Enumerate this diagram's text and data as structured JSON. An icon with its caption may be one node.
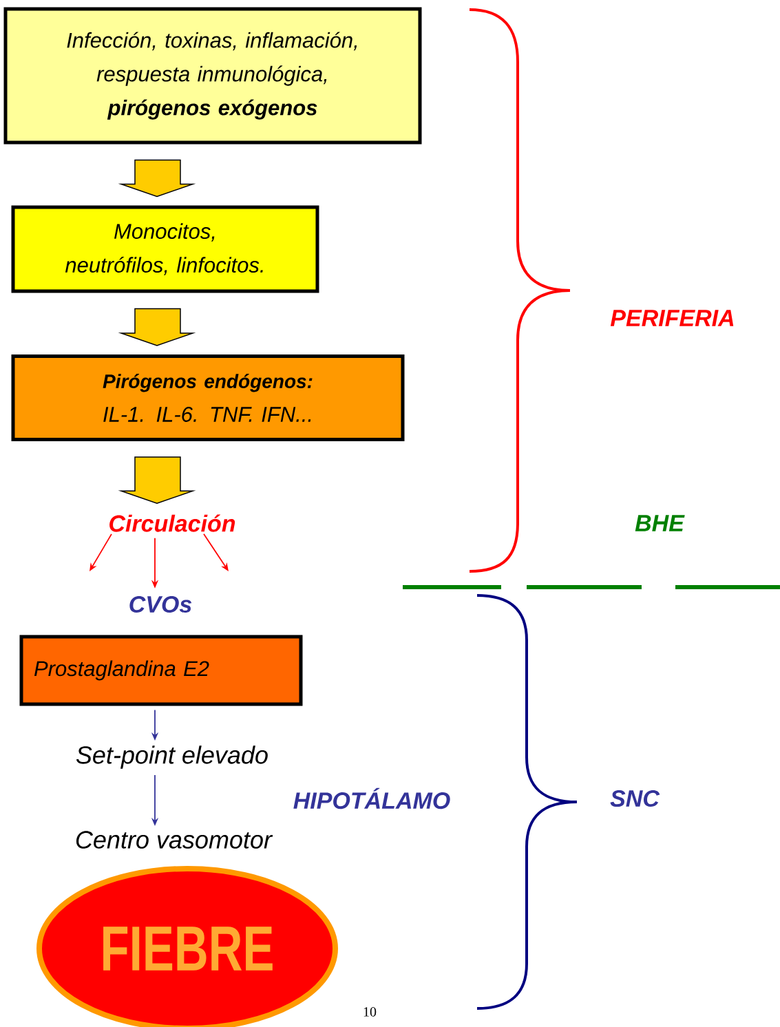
{
  "diagram": {
    "nodes": [
      {
        "text": [
          "Infección, toxinas, inflamación, respuesta inmunológica, **pirógenos exógenos**"
        ]
      },
      {
        "text": [
          "Monocitos, neutrófilos, linfocitos."
        ]
      },
      {
        "text": [
          "Pirógenos endógenos:",
          "IL-1. IL-6. TNF. IFN..."
        ]
      },
      {
        "text": [
          "Circulación"
        ]
      },
      {
        "text": [
          "CVOs"
        ]
      },
      {
        "text": [
          "Prostaglandina E2"
        ]
      },
      {
        "text": [
          "Set-point elevado"
        ]
      },
      {
        "text": [
          "Centro vasomotor"
        ]
      },
      {
        "text": [
          "FIEBRE"
        ]
      }
    ],
    "edges": [
      {
        "from": 0,
        "to": 1,
        "arrow": "to",
        "style": "thick"
      },
      {
        "from": 1,
        "to": 2,
        "arrow": "to",
        "style": "thick"
      },
      {
        "from": 2,
        "to": 3,
        "arrow": "to",
        "style": "thick"
      },
      {
        "from": 3,
        "to": null,
        "arrow": "to",
        "color": "#ff0000"
      },
      {
        "from": 3,
        "to": 4,
        "arrow": "to",
        "color": "#ff0000"
      },
      {
        "from": 3,
        "to": null,
        "arrow": "to",
        "color": "#ff0000"
      },
      {
        "from": 5,
        "to": 6,
        "arrow": "to",
        "color": "#333399"
      },
      {
        "from": 6,
        "to": 7,
        "arrow": "to",
        "color": "#333399"
      }
    ],
    "labels": [
      "PERIFERIA",
      "BHE",
      "HIPOTÁLAMO",
      "SNC",
      "10"
    ]
  }
}
